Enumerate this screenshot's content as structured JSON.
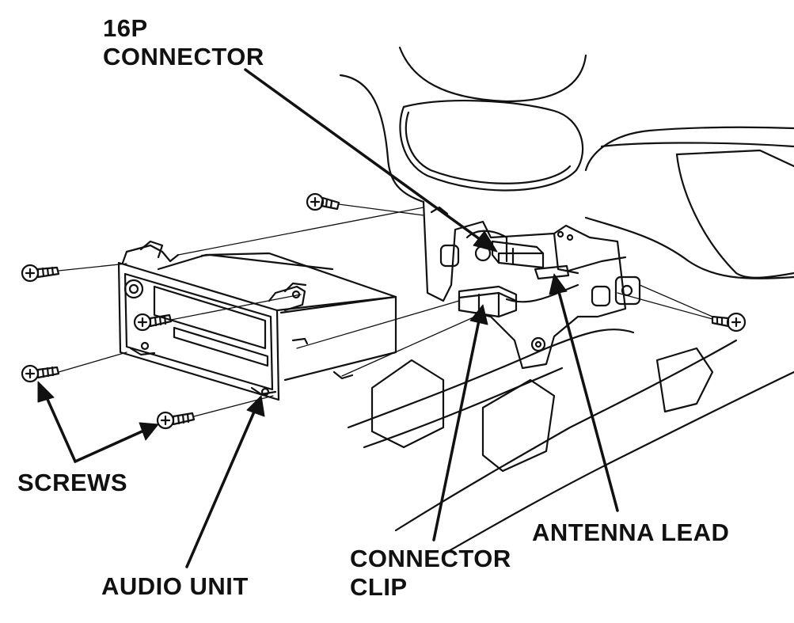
{
  "labels": {
    "connector_16p": {
      "line1": "16P",
      "line2": "CONNECTOR"
    },
    "screws": "SCREWS",
    "audio_unit": "AUDIO UNIT",
    "connector_clip": {
      "line1": "CONNECTOR",
      "line2": "CLIP"
    },
    "antenna_lead": "ANTENNA LEAD"
  },
  "colors": {
    "line": "#111111",
    "background": "#ffffff"
  }
}
